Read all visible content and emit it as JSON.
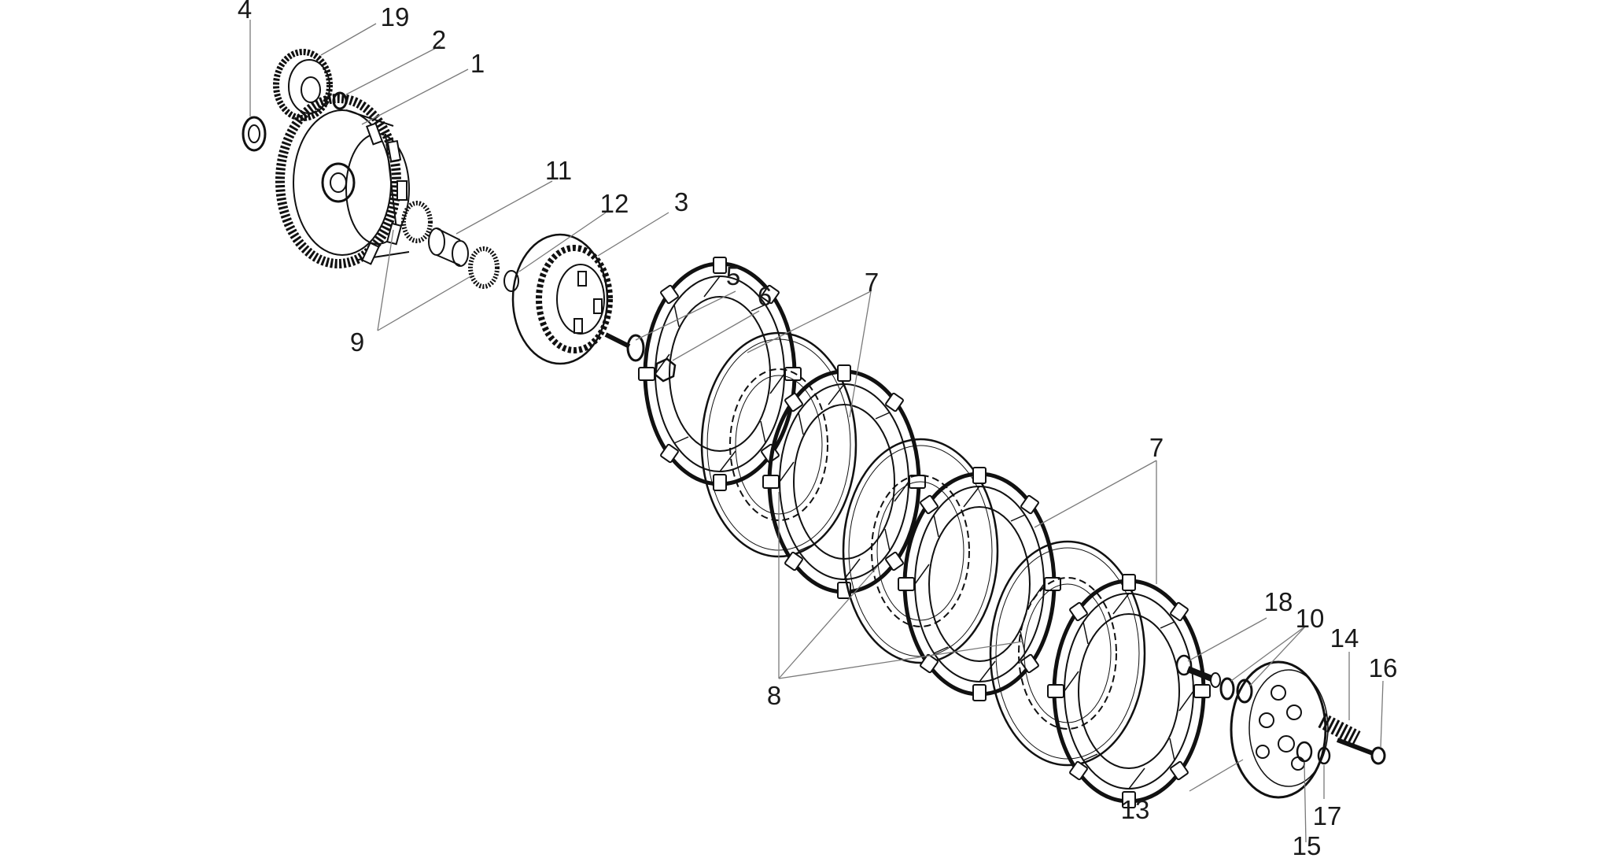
{
  "diagram": {
    "parts": [
      {
        "id": "4",
        "label": "4"
      },
      {
        "id": "19",
        "label": "19"
      },
      {
        "id": "2",
        "label": "2"
      },
      {
        "id": "1",
        "label": "1"
      },
      {
        "id": "11",
        "label": "11"
      },
      {
        "id": "12",
        "label": "12"
      },
      {
        "id": "3",
        "label": "3"
      },
      {
        "id": "9",
        "label": "9"
      },
      {
        "id": "5",
        "label": "5"
      },
      {
        "id": "6",
        "label": "6"
      },
      {
        "id": "7a",
        "label": "7"
      },
      {
        "id": "7b",
        "label": "7"
      },
      {
        "id": "8",
        "label": "8"
      },
      {
        "id": "18",
        "label": "18"
      },
      {
        "id": "10",
        "label": "10"
      },
      {
        "id": "14",
        "label": "14"
      },
      {
        "id": "16",
        "label": "16"
      },
      {
        "id": "13",
        "label": "13"
      },
      {
        "id": "17",
        "label": "17"
      },
      {
        "id": "15",
        "label": "15"
      }
    ]
  }
}
